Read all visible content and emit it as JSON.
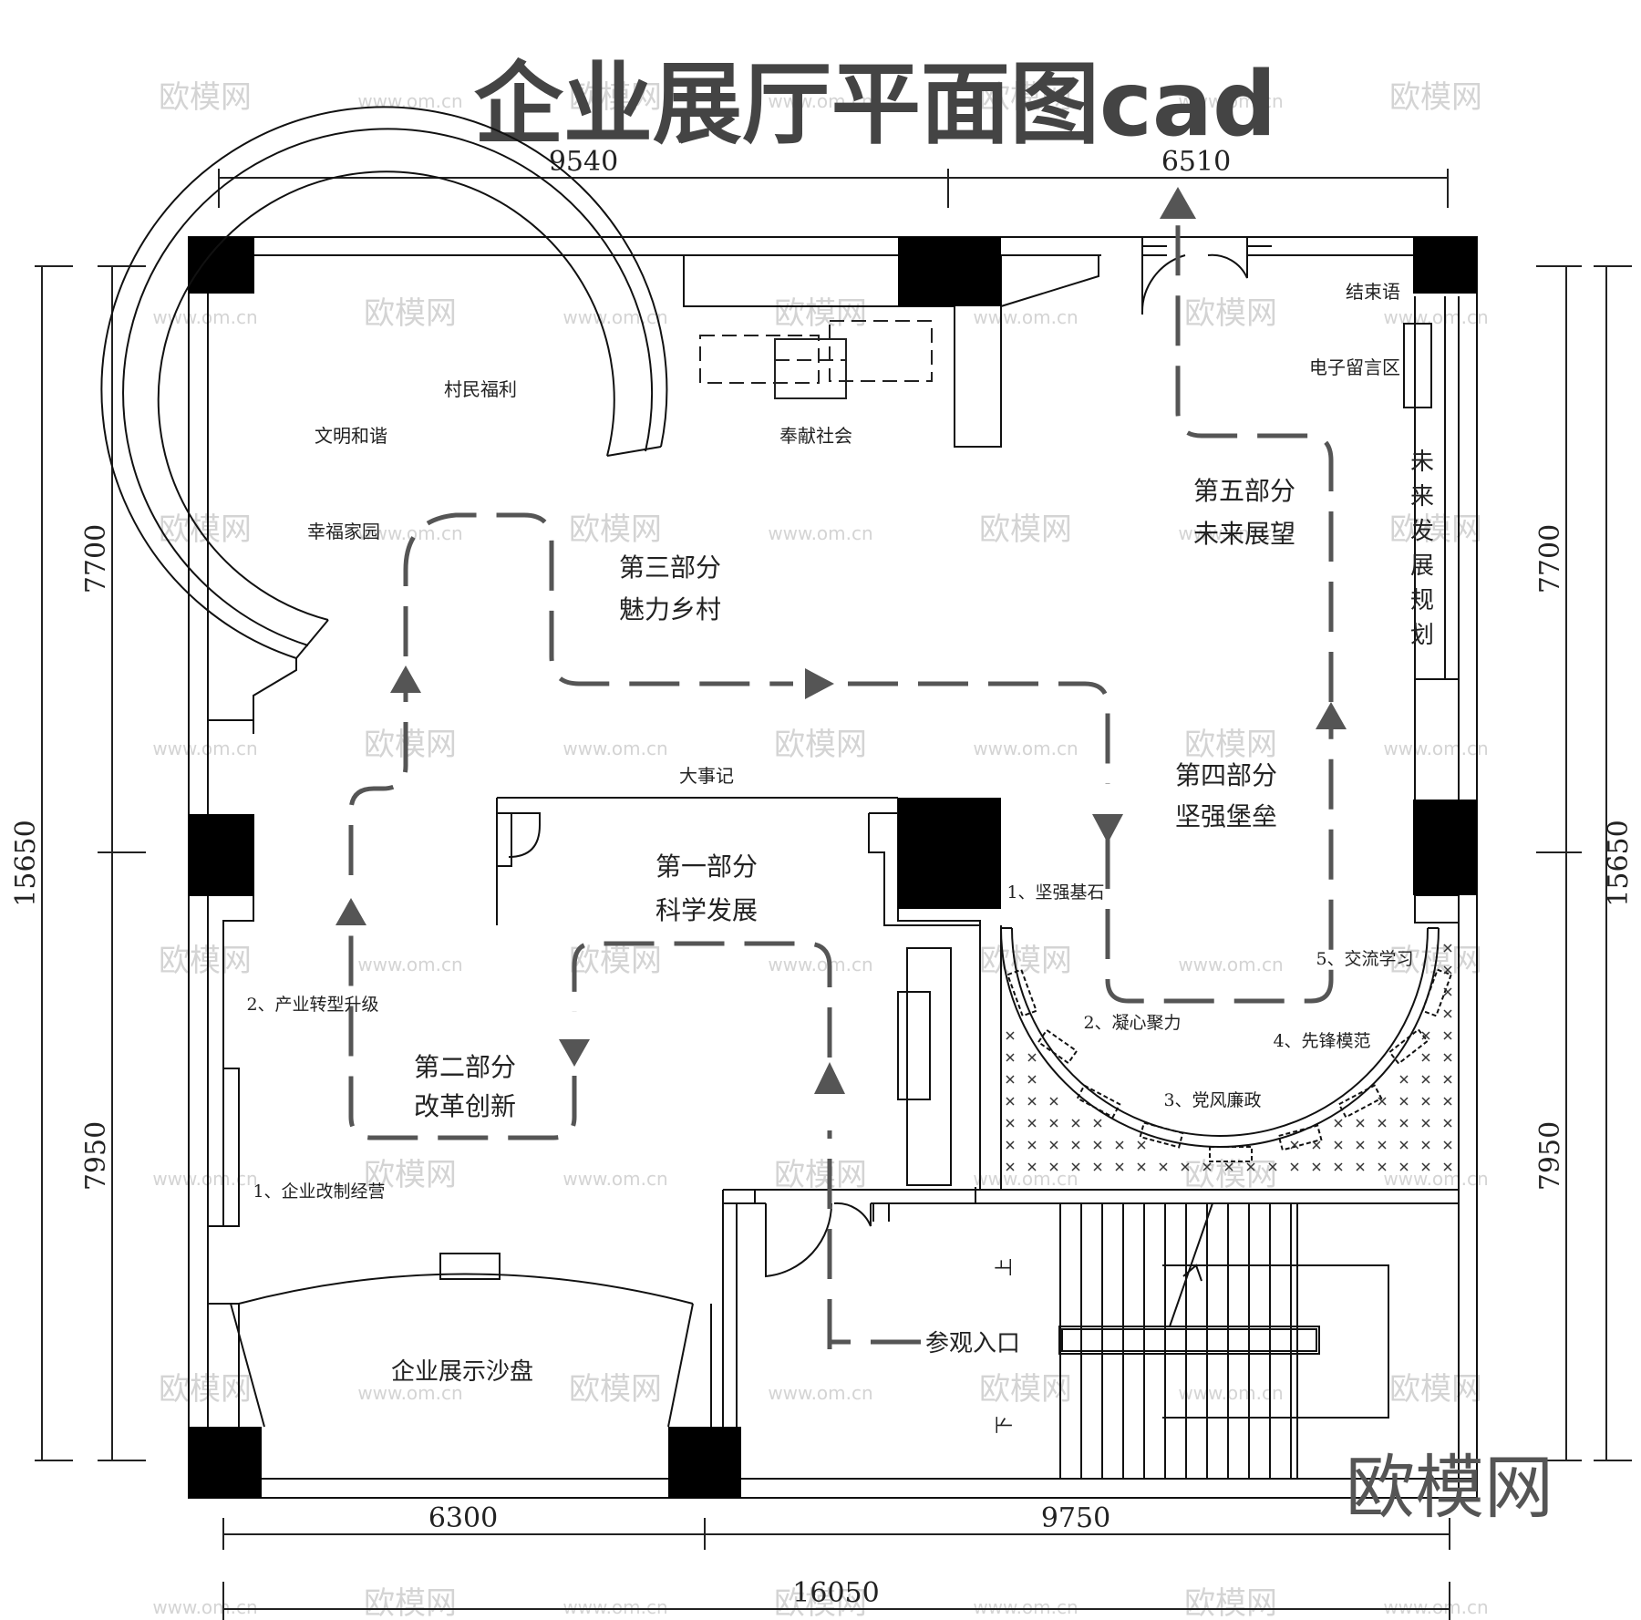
{
  "title": "企业展厅平面图cad",
  "colors": {
    "wall": "#111111",
    "route": "#555555",
    "watermark": "#d4d4d4",
    "text": "#222222"
  },
  "watermark": {
    "brand": "欧模网",
    "url": "www.om.cn",
    "url_short": "om.cn"
  },
  "dimensions": {
    "top_left": "9540",
    "top_right": "6510",
    "left_upper": "7700",
    "left_lower": "7950",
    "left_total": "15650",
    "right_upper": "7700",
    "right_lower": "7950",
    "right_total": "15650",
    "bottom_left": "6300",
    "bottom_right": "9750",
    "bottom_total": "16050"
  },
  "sections": {
    "s1": {
      "name": "第一部分",
      "sub": "科学发展"
    },
    "s2": {
      "name": "第二部分",
      "sub": "改革创新"
    },
    "s3": {
      "name": "第三部分",
      "sub": "魅力乡村"
    },
    "s4": {
      "name": "第四部分",
      "sub": "坚强堡垒"
    },
    "s5": {
      "name": "第五部分",
      "sub": "未来展望"
    }
  },
  "labels": {
    "cunmin": "村民福利",
    "wenming": "文明和谐",
    "xingfu": "幸福家园",
    "fengxian": "奉献社会",
    "jieshu": "结束语",
    "dianzi": "电子留言区",
    "weilai_v": "未来发展规划",
    "dashiji": "大事记",
    "jianqiang": "1、坚强基石",
    "chanye": "2、产业转型升级",
    "ningxin": "2、凝心聚力",
    "jiaoliu": "5、交流学习",
    "xianfeng": "4、先锋模范",
    "dangfeng": "3、党风廉政",
    "gaizhi": "1、企业改制经营",
    "shapan": "企业展示沙盘",
    "rukou": "参观入口",
    "up": "上",
    "down": "下"
  }
}
